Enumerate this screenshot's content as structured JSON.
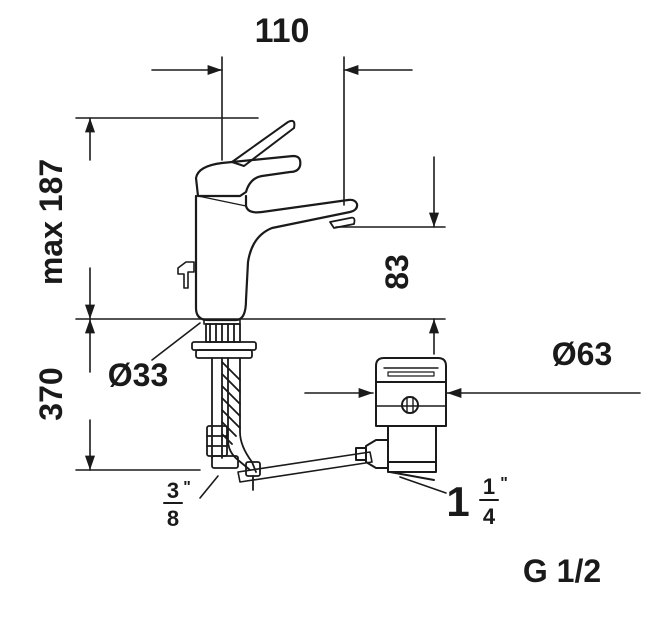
{
  "dimensions": {
    "width_top": "110",
    "height_max": "max 187",
    "spout_height": "83",
    "hole_diameter": "Ø33",
    "waste_diameter": "Ø63",
    "below_deck": "370",
    "connection_fraction": {
      "numerator": "3",
      "inch_mark": "\"",
      "denominator": "8"
    },
    "waste_thread": {
      "whole": "1",
      "numerator": "1",
      "inch_mark": "\"",
      "denominator": "4"
    }
  },
  "footnote": "G 1/2"
}
